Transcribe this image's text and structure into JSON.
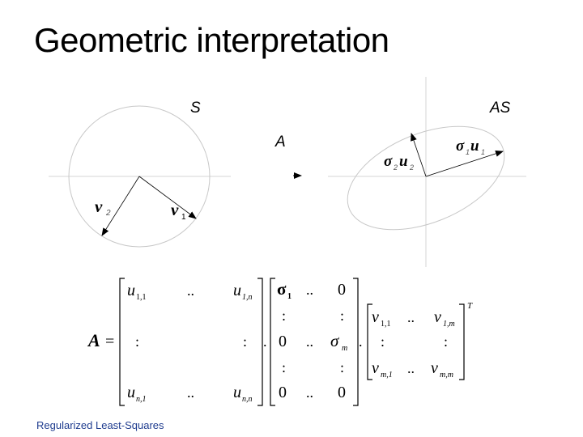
{
  "slide": {
    "title": "Geometric interpretation",
    "footer": "Regularized Least-Squares"
  },
  "left_panel": {
    "label": "S",
    "vector_1": {
      "letter": "v",
      "subscript": "1"
    },
    "vector_2": {
      "letter": "v",
      "subscript": "2"
    }
  },
  "map_label": "A",
  "right_panel": {
    "label": "AS",
    "vector_1": {
      "coef": "σ",
      "coef_sub": "1",
      "letter": "u",
      "sub": "1"
    },
    "vector_2": {
      "coef": "σ",
      "coef_sub": "2",
      "letter": "u",
      "sub": "2"
    }
  },
  "equation": {
    "lhs": "A",
    "equals": "=",
    "U": {
      "r1c1": "u",
      "r1c1_sub": "1,1",
      "r1c2": "..",
      "r1c3": "u",
      "r1c3_sub": "1,n",
      "r2c1": ":",
      "r2c3": ":",
      "r3c1": "u",
      "r3c1_sub": "n,1",
      "r3c2": "..",
      "r3c3": "u",
      "r3c3_sub": "n,n"
    },
    "dot_1": ".",
    "Sigma": {
      "r1c1": "σ",
      "r1c1_sub": "1",
      "r1c2": "..",
      "r1c3": "0",
      "r2c1": ":",
      "r2c3": ":",
      "r3c1": "0",
      "r3c2": "..",
      "r3c3": "σ",
      "r3c3_sub": "m",
      "r4c1": ":",
      "r4c3": ":",
      "r5c1": "0",
      "r5c2": "..",
      "r5c3": "0"
    },
    "dot_2": ".",
    "V": {
      "r1c1": "v",
      "r1c1_sub": "1,1",
      "r1c2": "..",
      "r1c3": "v",
      "r1c3_sub": "1,m",
      "r2c1": ":",
      "r2c3": ":",
      "r3c1": "v",
      "r3c1_sub": "m,1",
      "r3c2": "..",
      "r3c3": "v",
      "r3c3_sub": "m,m",
      "superscript": "T"
    }
  }
}
